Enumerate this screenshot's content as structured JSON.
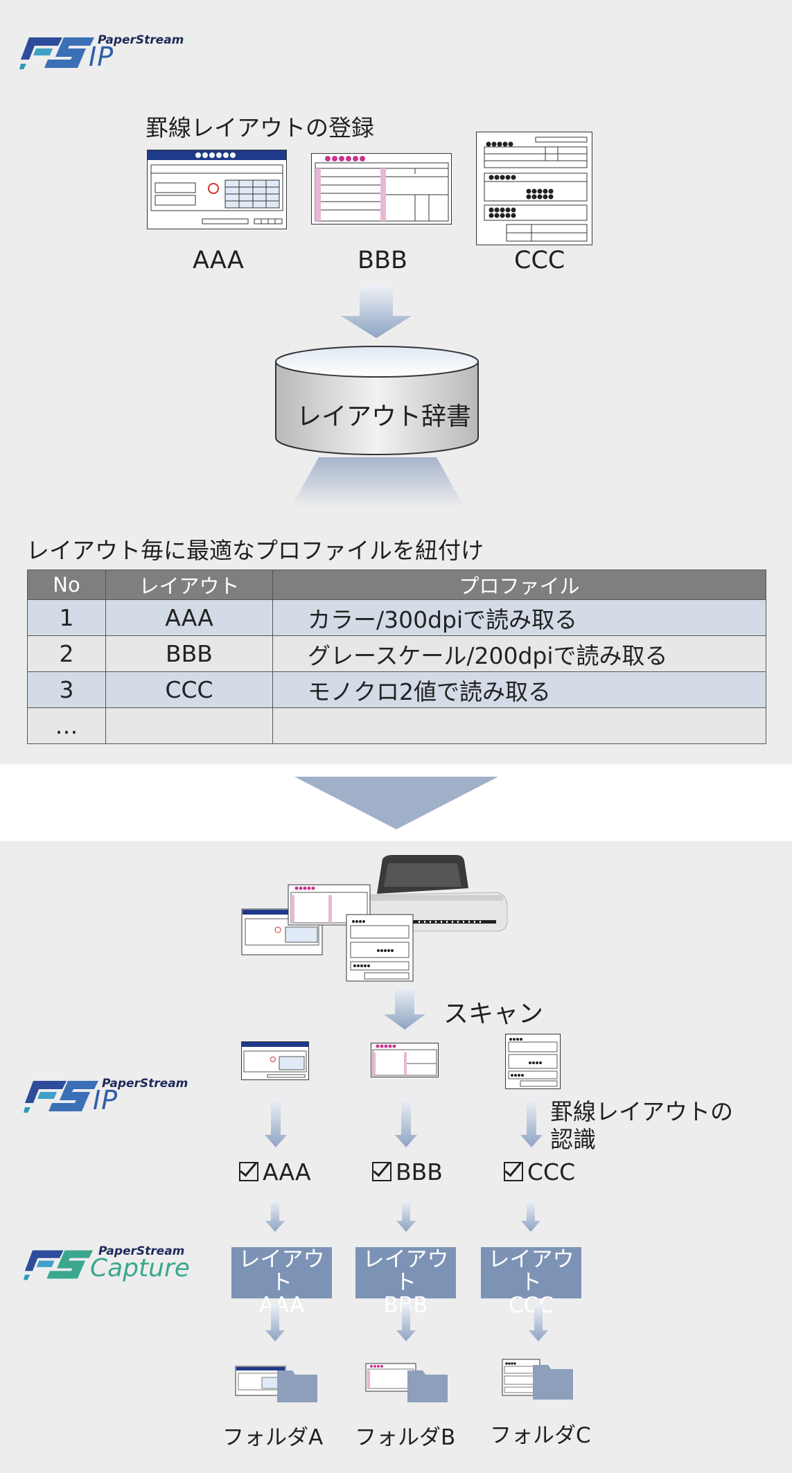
{
  "logos": {
    "paperstream": "PaperStream",
    "ip": "IP",
    "capture": "Capture"
  },
  "top": {
    "register_title": "罫線レイアウトの登録",
    "layouts": [
      "AAA",
      "BBB",
      "CCC"
    ],
    "dictionary": "レイアウト辞書",
    "bind_title": "レイアウト毎に最適なプロファイルを紐付け"
  },
  "table": {
    "headers": [
      "No",
      "レイアウト",
      "プロファイル"
    ],
    "rows": [
      {
        "no": "1",
        "layout": "AAA",
        "profile": "カラー/300dpiで読み取る"
      },
      {
        "no": "2",
        "layout": "BBB",
        "profile": "グレースケール/200dpiで読み取る"
      },
      {
        "no": "3",
        "layout": "CCC",
        "profile": "モノクロ2値で読み取る"
      },
      {
        "no": "…",
        "layout": "",
        "profile": ""
      }
    ]
  },
  "bottom": {
    "scan_label": "スキャン",
    "recognize_line1": "罫線レイアウトの",
    "recognize_line2": "認識",
    "checks": [
      "AAA",
      "BBB",
      "CCC"
    ],
    "layout_boxes": [
      {
        "line1": "レイアウト",
        "line2": "AAA"
      },
      {
        "line1": "レイアウト",
        "line2": "BBB"
      },
      {
        "line1": "レイアウト",
        "line2": "CCC"
      }
    ],
    "folders": [
      "フォルダA",
      "フォルダB",
      "フォルダC"
    ]
  },
  "colors": {
    "panel_bg": "#ededed",
    "arrow": "#9aabc6",
    "layout_box": "#7d93b6",
    "table_header": "#7f7f7f",
    "row_blue": "#d3dbe6",
    "row_gray": "#e7e7e7",
    "folder": "#8e9fbb",
    "capture_green": "#3aa78e",
    "ip_blue": "#2d5fa8"
  }
}
